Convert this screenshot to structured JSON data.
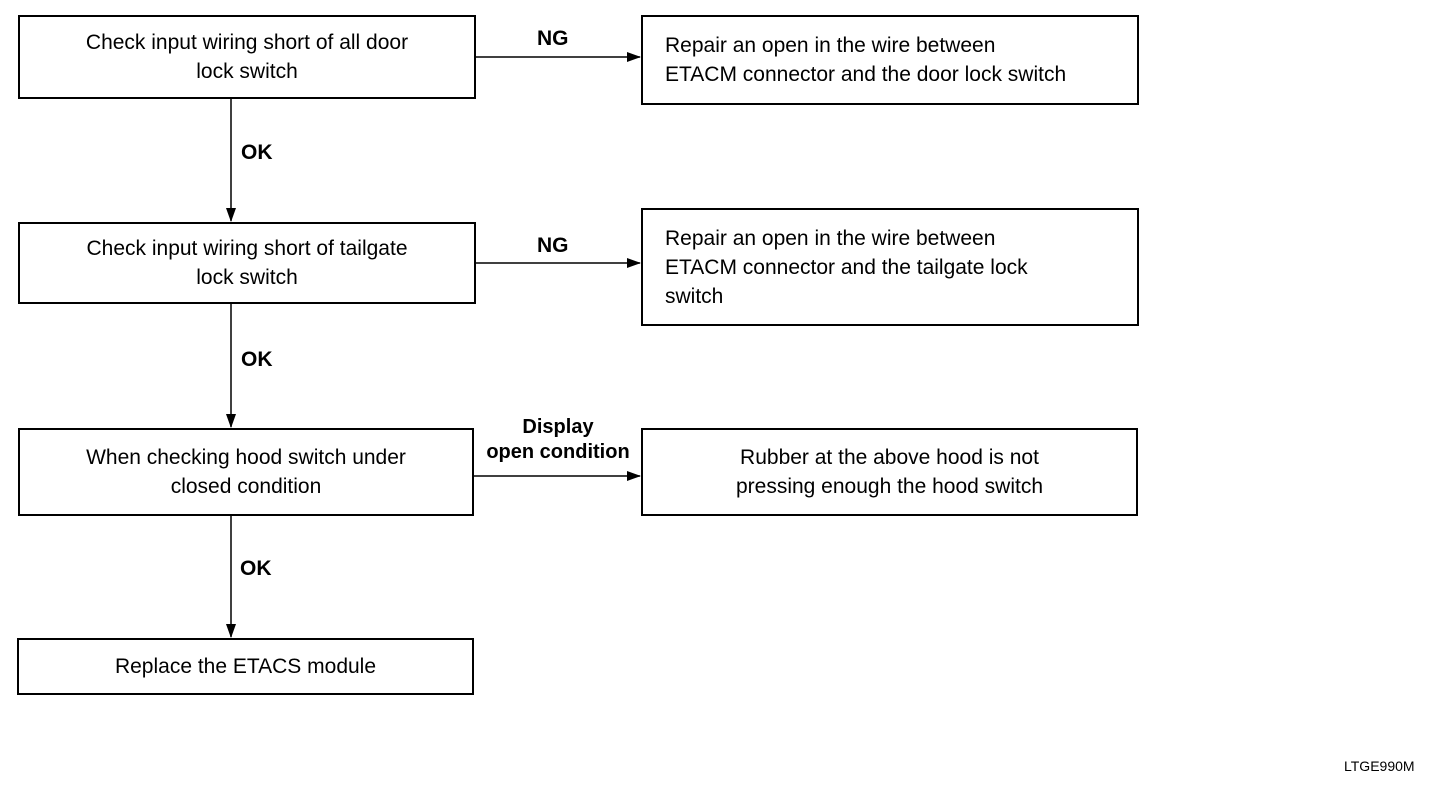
{
  "steps": [
    {
      "lines": [
        "Check input wiring short of all door",
        "lock switch"
      ]
    },
    {
      "lines": [
        "Check input wiring short of tailgate",
        "lock switch"
      ]
    },
    {
      "lines": [
        "When checking hood switch under",
        "closed condition"
      ]
    },
    {
      "lines": [
        "Replace the ETACS module"
      ]
    }
  ],
  "results": [
    {
      "lines": [
        "Repair an open in the wire between",
        "ETACM connector and the door lock switch"
      ]
    },
    {
      "lines": [
        "Repair an open in the wire between",
        "ETACM connector and the tailgate lock",
        "switch"
      ]
    },
    {
      "lines": [
        "Rubber at the above hood is not",
        "pressing enough the hood switch"
      ]
    }
  ],
  "branch_labels": {
    "ng_1": "NG",
    "ng_2": "NG",
    "display_open": [
      "Display",
      "open condition"
    ],
    "ok_1": "OK",
    "ok_2": "OK",
    "ok_3": "OK"
  },
  "figure_code": "LTGE990M"
}
